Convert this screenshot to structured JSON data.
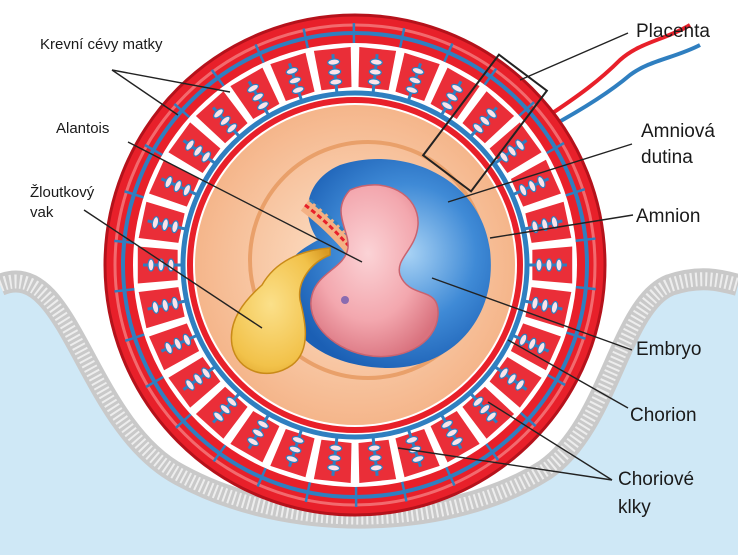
{
  "labels": {
    "placenta": "Placenta",
    "maternal_vessels": "Krevní cévy matky",
    "allantois": "Alantois",
    "yolk_sac_1": "Žloutkový",
    "yolk_sac_2": "vak",
    "amniotic_cavity_1": "Amniová",
    "amniotic_cavity_2": "dutina",
    "amnion": "Amnion",
    "embryo": "Embryo",
    "chorion": "Chorion",
    "chorionic_villi_1": "Choriové",
    "chorionic_villi_2": "klky"
  },
  "colors": {
    "uterus_fluid": "#cfe8f6",
    "uterine_wall": "#d6d6d6",
    "maternal_blood": "#e8202a",
    "fetal_vessel": "#2f7fc0",
    "amniotic_fluid": "#1f6fc8",
    "embryo": "#f3a7ae",
    "yolk_sac": "#f2c24a",
    "extraembryonic": "#f4b184",
    "leader_line": "#222222"
  }
}
